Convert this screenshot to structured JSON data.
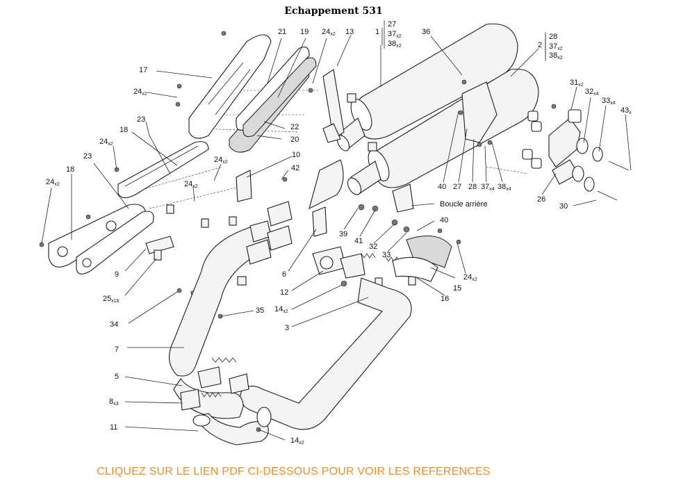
{
  "title": "Echappement 531",
  "banner": "CLIQUEZ SUR LE LIEN PDF CI-DESSOUS POUR VOIR LES REFERENCES",
  "callouts": {
    "c1": "1",
    "c2": "2",
    "c3": "3",
    "c5": "5",
    "c6": "6",
    "c7": "7",
    "c8": "8",
    "c8q": "x3",
    "c9": "9",
    "c10": "10",
    "c11": "11",
    "c12": "12",
    "c13": "13",
    "c14a": "14",
    "c14aq": "x2",
    "c14b": "14",
    "c14bq": "x2",
    "c15": "15",
    "c16": "16",
    "c17": "17",
    "c18a": "18",
    "c18b": "18",
    "c19": "19",
    "c20": "20",
    "c21": "21",
    "c22": "22",
    "c23a": "23",
    "c23b": "23",
    "c24a": "24",
    "c24aq": "x2",
    "c24b": "24",
    "c24bq": "x2",
    "c24c": "24",
    "c24cq": "x2",
    "c24d": "24",
    "c24dq": "x2",
    "c24e": "24",
    "c24eq": "x2",
    "c24f": "24",
    "c24fq": "x2",
    "c24g": "24",
    "c24gq": "x2",
    "c25": "25",
    "c25q": "x16",
    "c26": "26",
    "c27": "27",
    "c28": "28",
    "c30": "30",
    "c31": "31",
    "c31q": "x2",
    "c32a": "32",
    "c32aq": "x4",
    "c32b": "32",
    "c33a": "33",
    "c33aq": "x4",
    "c33b": "33",
    "c34": "34",
    "c35": "35",
    "c36": "36",
    "c37": "37",
    "c37q": "x4",
    "c38": "38",
    "c38q": "x4",
    "c39": "39",
    "c40a": "40",
    "c40b": "40",
    "c41": "41",
    "c42": "42",
    "c43": "43",
    "c43q": "x",
    "boucle": "Boucle arrière",
    "group1": {
      "head": "1",
      "l1": "27",
      "l2": "37",
      "l2q": "x2",
      "l3": "38",
      "l3q": "x2"
    },
    "group2": {
      "head": "2",
      "l1": "28",
      "l2": "37",
      "l2q": "x2",
      "l3": "38",
      "l3q": "x2"
    }
  }
}
